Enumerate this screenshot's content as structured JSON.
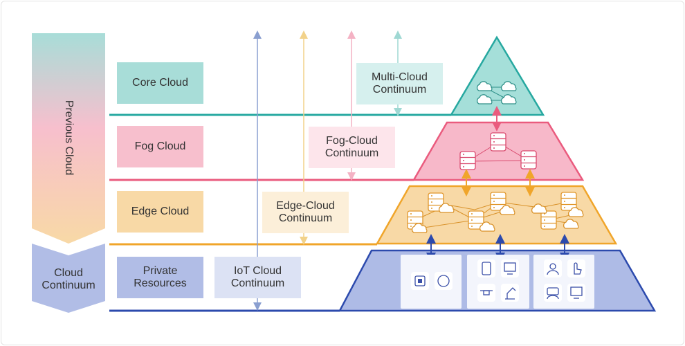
{
  "side": {
    "previous_cloud": "Previous Cloud",
    "cloud_continuum": "Cloud\nContinuum"
  },
  "layers": {
    "core": "Core Cloud",
    "fog": "Fog Cloud",
    "edge": "Edge Cloud",
    "private": "Private\nResources"
  },
  "continuums": {
    "multi": "Multi-Cloud\nContinuum",
    "fog": "Fog-Cloud\nContinuum",
    "edge": "Edge-Cloud\nContinuum",
    "iot": "IoT Cloud\nContinuum"
  },
  "colors": {
    "core": "#26a8a0",
    "fog": "#ea5b7e",
    "edge": "#f0a52a",
    "private": "#2c4aad",
    "arrow_blue": "#8a9fd0",
    "arrow_yellow": "#f2d28a",
    "arrow_pink": "#f4b2c4",
    "arrow_teal": "#9fd8d3"
  }
}
